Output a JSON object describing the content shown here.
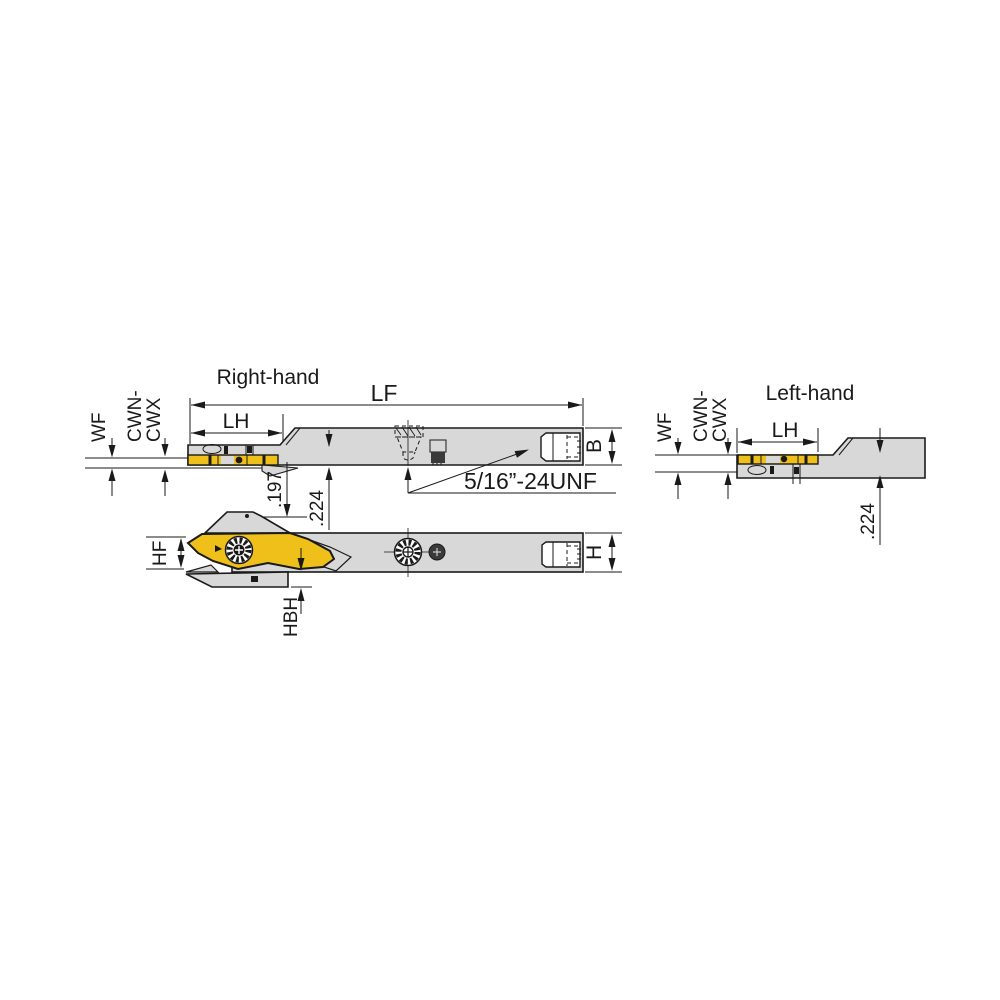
{
  "drawing": {
    "views": {
      "right_hand": {
        "title": "Right-hand"
      },
      "left_hand": {
        "title": "Left-hand"
      }
    },
    "labels": {
      "lf": "LF",
      "lh": "LH",
      "wf": "WF",
      "cwn_line1": "CWN-",
      "cwn_line2": "CWX",
      "b": "B",
      "h": "H",
      "hf": "HF",
      "hbh": "HBH",
      "depth": ".197",
      "edge_height_right": ".224",
      "edge_height_left": ".224",
      "thread": "5/16”-24UNF"
    },
    "colors": {
      "body": "#d8d8d8",
      "insert": "#f0c01a",
      "line": "#1a1a1a"
    }
  }
}
